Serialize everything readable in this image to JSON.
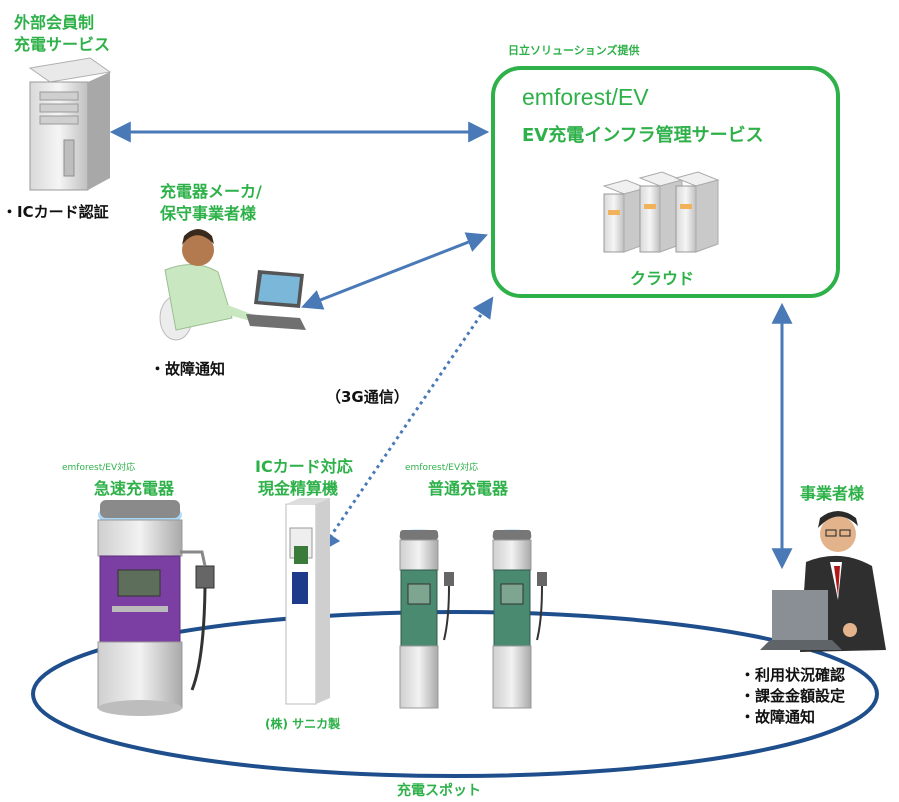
{
  "external_service": {
    "title_line1": "外部会員制",
    "title_line2": "充電サービス",
    "note": "・ICカード認証"
  },
  "maker": {
    "title_line1": "充電器メーカ/",
    "title_line2": "保守事業者様",
    "note": "・故障通知"
  },
  "cloud": {
    "provider": "日立ソリューションズ提供",
    "product": "emforest/EV",
    "service": "EV充電インフラ管理サービス",
    "cloud_label": "クラウド"
  },
  "comm_label": "（3G通信）",
  "quick_charger": {
    "tag": "emforest/EV対応",
    "title": "急速充電器"
  },
  "payment": {
    "title_line1": "ICカード対応",
    "title_line2": "現金精算機",
    "maker": "(株) サニカ製"
  },
  "normal_charger": {
    "tag": "emforest/EV対応",
    "title": "普通充電器"
  },
  "spot_label": "充電スポット",
  "operator": {
    "title": "事業者様",
    "notes": [
      "・利用状況確認",
      "・課金金額設定",
      "・故障通知"
    ]
  },
  "colors": {
    "accent_green": "#2fb14a",
    "arrow_blue": "#4a79b8",
    "spot_ellipse": "#1f4e8c",
    "quick_body": "#7b3fa3",
    "normal_body": "#4a8a70"
  }
}
